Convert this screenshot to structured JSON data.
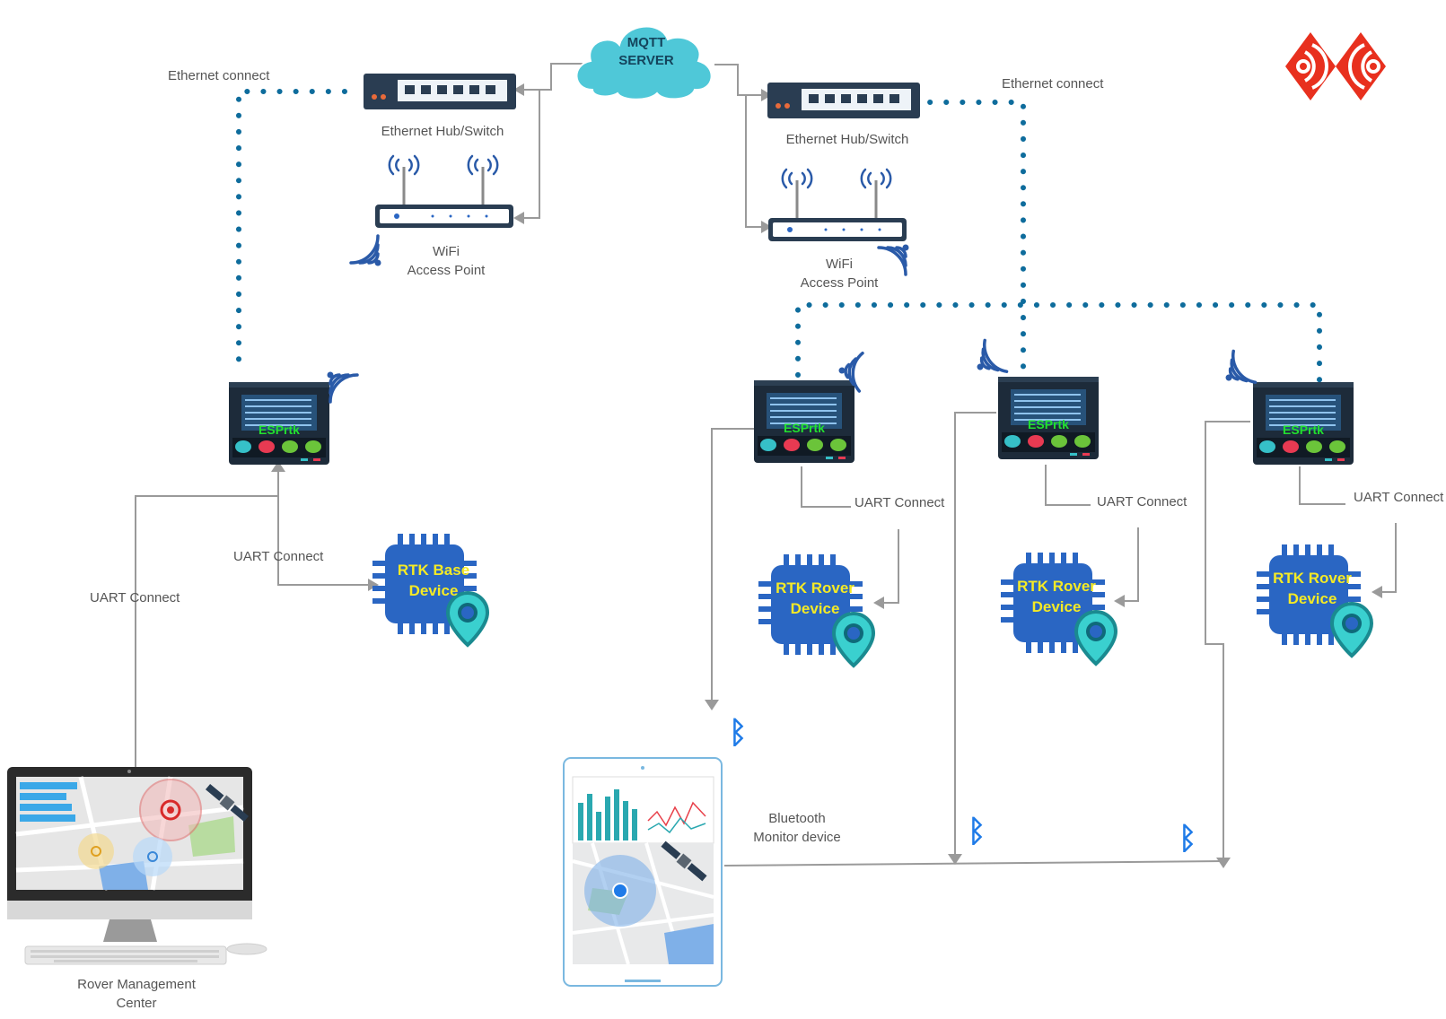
{
  "labels": {
    "ethernet_connect_left": "Ethernet connect",
    "ethernet_connect_right": "Ethernet connect",
    "hub_left": "Ethernet  Hub/Switch",
    "hub_right": "Ethernet  Hub/Switch",
    "wifi_left_line1": "WiFi",
    "wifi_left_line2": "Access Point",
    "wifi_right_line1": "WiFi",
    "wifi_right_line2": "Access Point",
    "mqtt_line1": "MQTT",
    "mqtt_line2": "SERVER",
    "uart_base": "UART Connect",
    "uart_pc": "UART Connect",
    "uart_rover1": "UART Connect",
    "uart_rover2": "UART Connect",
    "uart_rover3": "UART Connect",
    "bluetooth_line1": "Bluetooth",
    "bluetooth_line2": "Monitor device",
    "rmc_line1": "Rover Management",
    "rmc_line2": "Center"
  },
  "devices": {
    "esp_label": "ESPrtk",
    "base_line1": "RTK Base",
    "base_line2": "Device",
    "rover_line1": "RTK Rover",
    "rover_line2": "Device"
  },
  "icons": {
    "bluetooth": "ᛒ"
  },
  "colors": {
    "link_dots": "#0e6c9c",
    "connector": "#9a9a9a",
    "chip": "#2a66c3",
    "chip_text": "#f5ea25",
    "esp_body": "#1d2b3a",
    "esp_text": "#22e02f",
    "cloud": "#4fc8d8",
    "pin": "#3ad0cf",
    "bluetooth": "#1f7be8",
    "logo": "#e8301e"
  }
}
